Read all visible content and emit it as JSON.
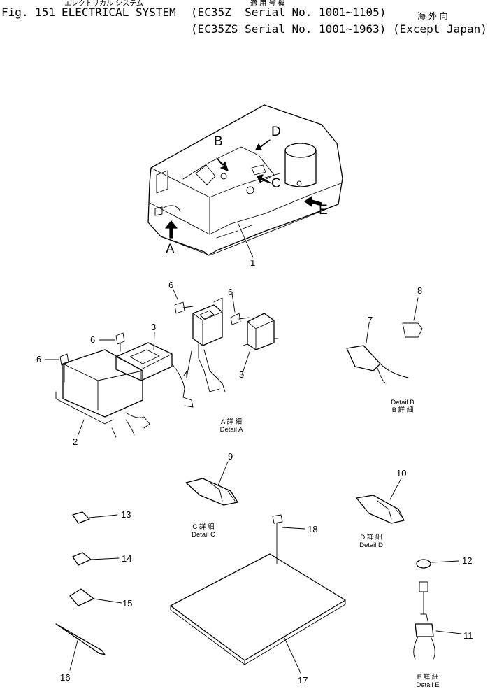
{
  "header": {
    "jp_title": "エレクトリカル システム",
    "fig_label": "Fig. 151",
    "title": "ELECTRICAL SYSTEM",
    "jp_applicable": "適 用 号 機",
    "serial_line1": "(EC35Z  Serial No. 1001~1105)",
    "serial_line2": "(EC35ZS Serial No. 1001~1963) (Except Japan)",
    "jp_overseas": "海 外 向"
  },
  "view_letters": [
    "A",
    "B",
    "C",
    "D",
    "E"
  ],
  "part_numbers": [
    "1",
    "2",
    "3",
    "4",
    "5",
    "6",
    "6",
    "6",
    "6",
    "7",
    "8",
    "9",
    "10",
    "11",
    "12",
    "13",
    "14",
    "15",
    "16",
    "17",
    "18"
  ],
  "details": {
    "a_jp": "A 詳 細",
    "a": "Detail A",
    "b_jp": "B 詳 細",
    "b": "Detail B",
    "c_jp": "C 詳 細",
    "c": "Detail C",
    "d_jp": "D 詳 細",
    "d": "Detail D",
    "e_jp": "E 詳 細",
    "e": "Detail E"
  }
}
